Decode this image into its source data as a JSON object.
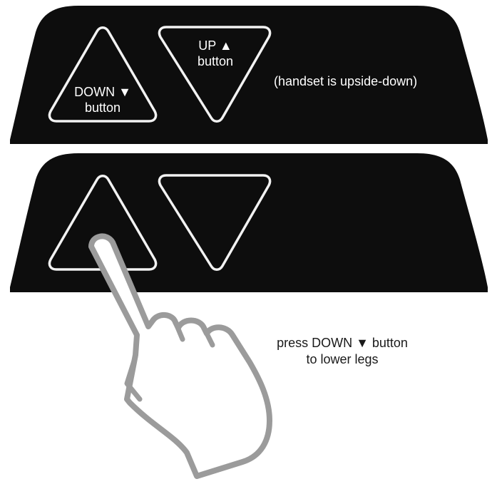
{
  "panel_top": {
    "down_button": {
      "label_line1": "DOWN ▼",
      "label_line2": "button"
    },
    "up_button": {
      "label_line1": "UP ▲",
      "label_line2": "button"
    },
    "note": "(handset is upside-down)"
  },
  "panel_bottom": {
    "instruction_line1": "press DOWN ▼ button",
    "instruction_line2": "to lower legs"
  },
  "colors": {
    "panel": "#0d0d0d",
    "button_outline": "#f2f2f2",
    "hand_outline": "#9b9b9b",
    "hand_fill": "#ffffff"
  },
  "icons": {
    "hand": "pointing-hand-icon",
    "down_button": "triangle-up-icon",
    "up_button": "triangle-down-icon"
  }
}
